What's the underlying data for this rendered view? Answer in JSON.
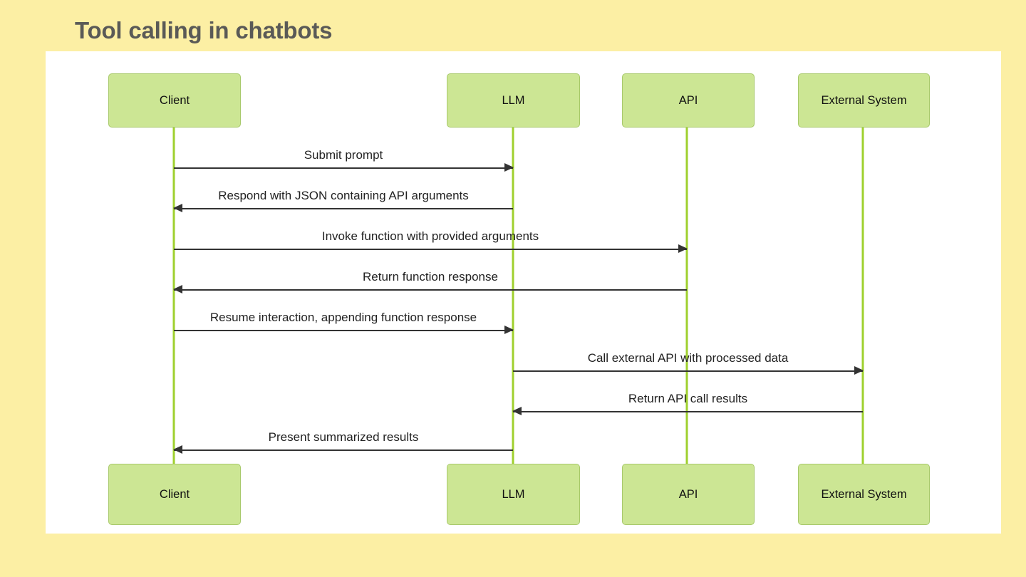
{
  "slide": {
    "title": "Tool calling in chatbots",
    "background_color": "#fcefa4",
    "canvas_color": "#ffffff",
    "title_color": "#5a5a57"
  },
  "diagram": {
    "type": "sequence-diagram",
    "box_fill_color": "#cce694",
    "box_border_color": "#a8c96b",
    "lifeline_color": "#9fd02e",
    "arrow_color": "#333333",
    "participants": [
      {
        "id": "client",
        "label": "Client"
      },
      {
        "id": "llm",
        "label": "LLM"
      },
      {
        "id": "api",
        "label": "API"
      },
      {
        "id": "external",
        "label": "External System"
      }
    ],
    "messages": [
      {
        "label": "Submit prompt",
        "from": "client",
        "to": "llm",
        "direction": "right"
      },
      {
        "label": "Respond with JSON containing API arguments",
        "from": "llm",
        "to": "client",
        "direction": "left"
      },
      {
        "label": "Invoke function with provided arguments",
        "from": "client",
        "to": "api",
        "direction": "right"
      },
      {
        "label": "Return function response",
        "from": "api",
        "to": "client",
        "direction": "left"
      },
      {
        "label": "Resume interaction, appending function response",
        "from": "client",
        "to": "llm",
        "direction": "right"
      },
      {
        "label": "Call external API with processed data",
        "from": "llm",
        "to": "external",
        "direction": "right"
      },
      {
        "label": "Return API call results",
        "from": "external",
        "to": "llm",
        "direction": "left"
      },
      {
        "label": "Present summarized results",
        "from": "llm",
        "to": "client",
        "direction": "left"
      }
    ]
  }
}
